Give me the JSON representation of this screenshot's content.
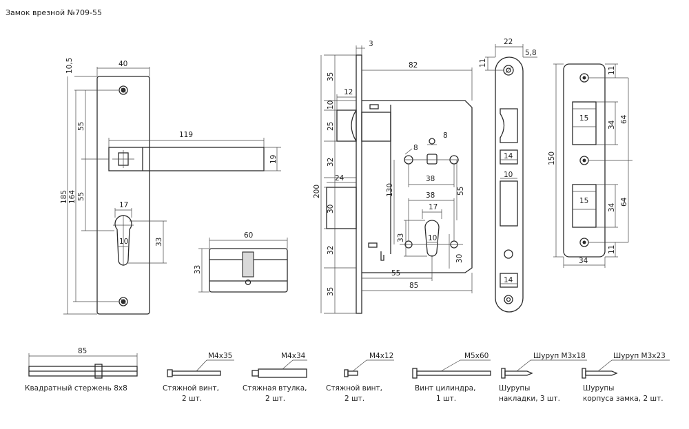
{
  "title": "Замок врезной №709-55",
  "dims": {
    "plate_width": "40",
    "top_offset": "10,5",
    "upper_55": "55",
    "lower_55": "55",
    "h185": "185",
    "h164": "164",
    "handle_len": "119",
    "handle_h": "19",
    "key_w": "17",
    "key_10": "10",
    "key_33": "33",
    "cyl_len": "60",
    "cyl_h": "33",
    "front_3": "3",
    "body_82": "82",
    "latch_12": "12",
    "left_35a": "35",
    "left_10": "10",
    "left_25": "25",
    "left_32a": "32",
    "left_24": "24",
    "left_30a": "30",
    "left_32b": "32",
    "left_35b": "35",
    "h200": "200",
    "h130": "130",
    "sq_8": "8",
    "hole_8": "8",
    "w38a": "38",
    "w38b": "38",
    "v55": "55",
    "cyl17": "17",
    "cyl10": "10",
    "cyl33": "33",
    "cyl30": "30",
    "back55": "55",
    "back85": "85",
    "face22": "22",
    "face58": "5,8",
    "face11": "11",
    "face14a": "14",
    "face10": "10",
    "face14b": "14",
    "st11a": "11",
    "st15a": "15",
    "st34a": "34",
    "st64a": "64",
    "st150": "150",
    "st15b": "15",
    "st34b": "34",
    "st64b": "64",
    "st11b": "11",
    "st34w": "34",
    "rod85": "85"
  },
  "accessories": [
    {
      "size": "",
      "caption": [
        "Квадратный стержень 8x8"
      ]
    },
    {
      "size": "M4x35",
      "caption": [
        "Стяжной винт,",
        "2 шт."
      ]
    },
    {
      "size": "M4x34",
      "caption": [
        "Стяжная втулка,",
        "2 шт."
      ]
    },
    {
      "size": "M4x12",
      "caption": [
        "Стяжной винт,",
        "2 шт."
      ]
    },
    {
      "size": "M5x60",
      "caption": [
        "Винт цилиндра,",
        "1 шт."
      ]
    },
    {
      "size": "Шуруп M3x18",
      "caption": [
        "Шурупы",
        "накладки, 3 шт."
      ]
    },
    {
      "size": "Шуруп M3x23",
      "caption": [
        "Шурупы",
        "корпуса замка, 2 шт."
      ]
    }
  ]
}
